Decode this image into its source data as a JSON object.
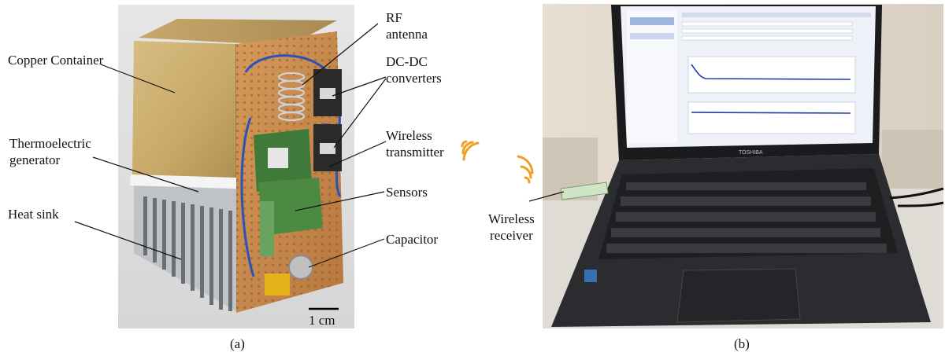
{
  "panel_a": {
    "labels": {
      "copper": "Copper Container",
      "teg_line1": "Thermoelectric",
      "teg_line2": "generator",
      "heat_sink": "Heat sink",
      "rf_line1": "RF",
      "rf_line2": "antenna",
      "dcdc_line1": "DC-DC",
      "dcdc_line2": "converters",
      "wt_line1": "Wireless",
      "wt_line2": "transmitter",
      "sensors": "Sensors",
      "capacitor": "Capacitor",
      "scale": "1 cm"
    },
    "caption": "(a)"
  },
  "panel_b": {
    "labels": {
      "wr_line1": "Wireless",
      "wr_line2": "receiver",
      "laptop_brand": "TOSHIBA"
    },
    "caption": "(b)"
  },
  "colors": {
    "copper": "#c7a766",
    "board": "#c98a4e",
    "pcb_green": "#3f7a3a",
    "wifi": "#f0a020",
    "screen": "#eef2f8",
    "plot_line": "#1f3ea8"
  }
}
